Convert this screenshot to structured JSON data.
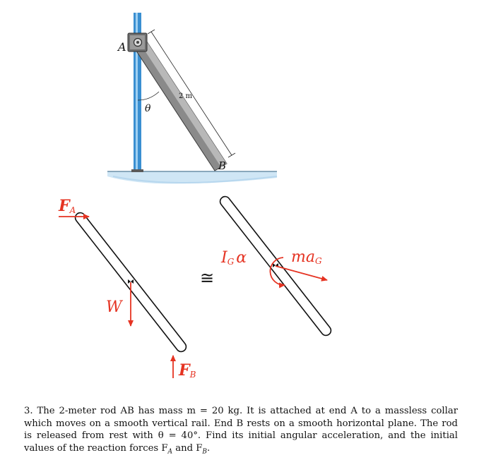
{
  "labels": {
    "collar": "A",
    "end_b": "B",
    "length": "2 m",
    "angle": "θ",
    "force_a_main": "F",
    "force_a_sub": "A",
    "force_b_main": "F",
    "force_b_sub": "B",
    "weight": "W",
    "inertia_main": "I",
    "inertia_sub": "G",
    "alpha": "α",
    "mass_accel_main": "ma",
    "mass_accel_sub": "G",
    "equivalence": "≅"
  },
  "colors": {
    "accent_red": "#e53322",
    "rail_blue": "#3a8fd1",
    "floor_blue": "#cfe6f5",
    "rod_gray": "#8a8a8a"
  },
  "problem": {
    "number": "3.",
    "text": "The 2-meter rod AB has mass m = 20 kg. It is attached at end A to a massless collar which moves on a smooth vertical rail. End B rests on a smooth horizontal plane. The rod is released from rest with θ = 40°. Find its initial angular acceleration, and the initial values of the reaction forces F",
    "sub_a": "A",
    "conj": " and F",
    "sub_b": "B",
    "end": "."
  }
}
